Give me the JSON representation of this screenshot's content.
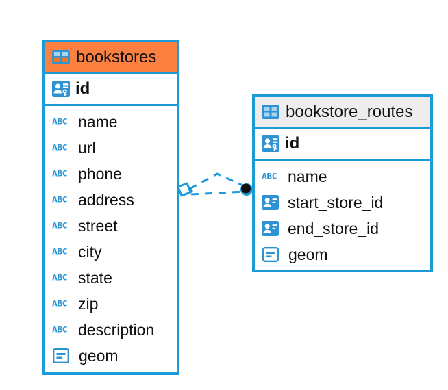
{
  "diagram": {
    "type": "entity-relationship-diagram",
    "background": "#ffffff",
    "accent_color": "#1b9cd8",
    "header_highlight_color": "#fc803f",
    "header_default_color": "#ededed"
  },
  "tables": [
    {
      "name": "bookstores",
      "header_style": "orange",
      "table_icon": "table-icon",
      "primary_key": {
        "label": "id",
        "icon": "primary-key-icon"
      },
      "fields": [
        {
          "label": "name",
          "icon": "abc-icon",
          "type_hint": "ABC"
        },
        {
          "label": "url",
          "icon": "abc-icon",
          "type_hint": "ABC"
        },
        {
          "label": "phone",
          "icon": "abc-icon",
          "type_hint": "ABC"
        },
        {
          "label": "address",
          "icon": "abc-icon",
          "type_hint": "ABC"
        },
        {
          "label": "street",
          "icon": "abc-icon",
          "type_hint": "ABC"
        },
        {
          "label": "city",
          "icon": "abc-icon",
          "type_hint": "ABC"
        },
        {
          "label": "state",
          "icon": "abc-icon",
          "type_hint": "ABC"
        },
        {
          "label": "zip",
          "icon": "abc-icon",
          "type_hint": "ABC"
        },
        {
          "label": "description",
          "icon": "abc-icon",
          "type_hint": "ABC"
        },
        {
          "label": "geom",
          "icon": "geometry-icon",
          "type_hint": "geometry"
        }
      ]
    },
    {
      "name": "bookstore_routes",
      "header_style": "grey",
      "table_icon": "table-icon",
      "primary_key": {
        "label": "id",
        "icon": "primary-key-icon"
      },
      "fields": [
        {
          "label": "name",
          "icon": "abc-icon",
          "type_hint": "ABC"
        },
        {
          "label": "start_store_id",
          "icon": "foreign-key-icon",
          "type_hint": "reference"
        },
        {
          "label": "end_store_id",
          "icon": "foreign-key-icon",
          "type_hint": "reference"
        },
        {
          "label": "geom",
          "icon": "geometry-icon",
          "type_hint": "geometry"
        }
      ]
    }
  ],
  "relationship": {
    "source_marker": "diamond-arrow-marker",
    "target_marker": "filled-circle-marker",
    "line_style": "dashed",
    "color": "#1b9cd8"
  }
}
